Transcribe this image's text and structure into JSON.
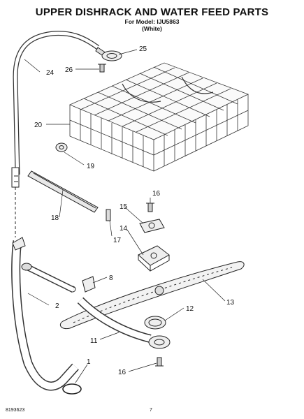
{
  "header": {
    "title": "UPPER DISHRACK AND WATER FEED PARTS",
    "model_line": "For Model: IJU5863",
    "color_line": "(White)"
  },
  "parts": [
    {
      "key": "p25",
      "number": "25"
    },
    {
      "key": "p26",
      "number": "26"
    },
    {
      "key": "p24",
      "number": "24"
    },
    {
      "key": "p20",
      "number": "20"
    },
    {
      "key": "p19",
      "number": "19"
    },
    {
      "key": "p18",
      "number": "18"
    },
    {
      "key": "p16a",
      "number": "16"
    },
    {
      "key": "p15",
      "number": "15"
    },
    {
      "key": "p17",
      "number": "17"
    },
    {
      "key": "p14",
      "number": "14"
    },
    {
      "key": "p8",
      "number": "8"
    },
    {
      "key": "p2",
      "number": "2"
    },
    {
      "key": "p13",
      "number": "13"
    },
    {
      "key": "p12",
      "number": "12"
    },
    {
      "key": "p11",
      "number": "11"
    },
    {
      "key": "p16b",
      "number": "16"
    },
    {
      "key": "p1",
      "number": "1"
    }
  ],
  "footer": {
    "doc_number": "8193623",
    "page_number": "7"
  }
}
